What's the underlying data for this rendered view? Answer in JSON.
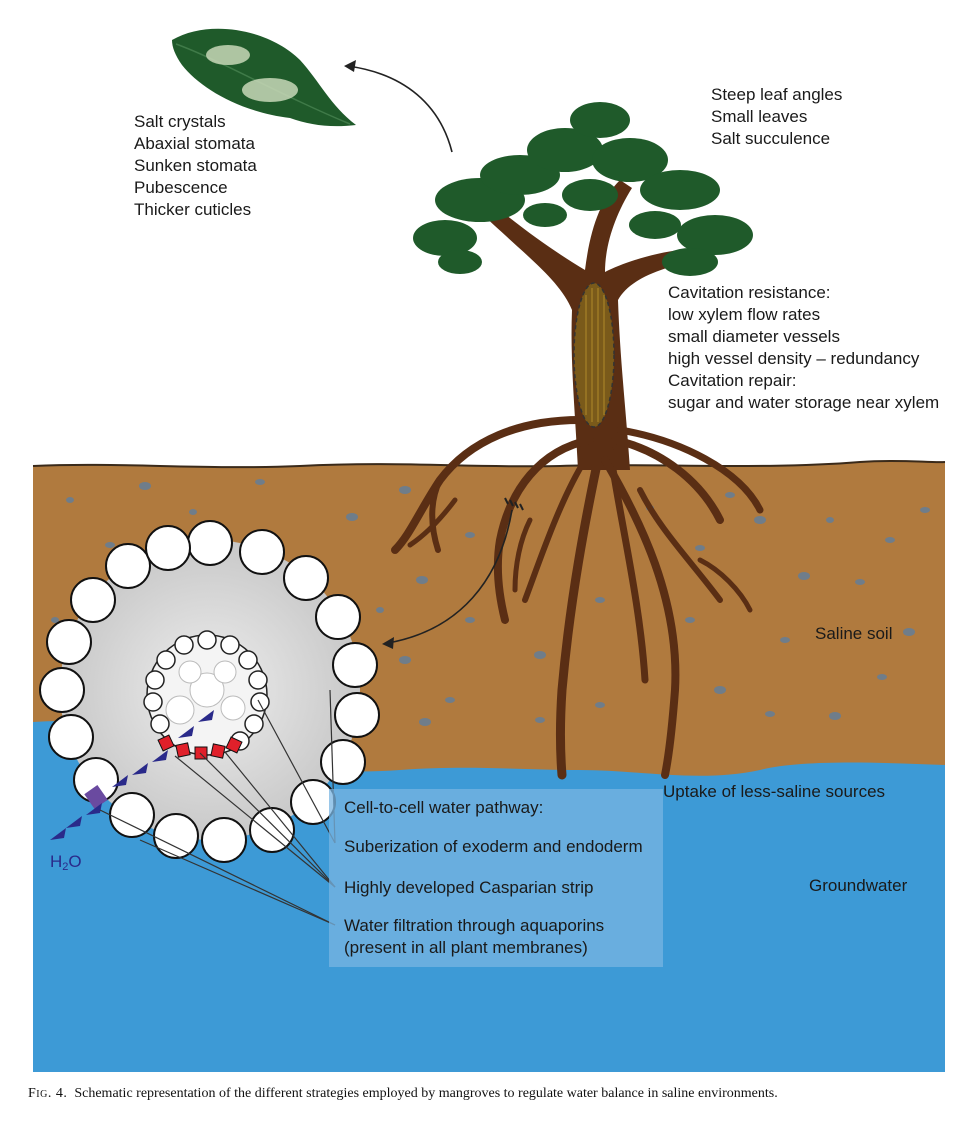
{
  "leaf_adaptations": [
    "Salt crystals",
    "Abaxial stomata",
    "Sunken stomata",
    "Pubescence",
    "Thicker cuticles"
  ],
  "crown_adaptations": [
    "Steep leaf angles",
    "Small leaves",
    "Salt succulence"
  ],
  "trunk_adaptations": [
    "Cavitation resistance:",
    "low xylem flow rates",
    "small diameter vessels",
    "high vessel density – redundancy",
    "Cavitation repair:",
    "sugar and water storage near xylem"
  ],
  "soil_label": "Saline soil",
  "uptake_label": "Uptake of less-saline sources",
  "groundwater_label": "Groundwater",
  "h2o_label": {
    "main": "H",
    "sub": "2",
    "end": "O"
  },
  "pathway_box": {
    "title": "Cell-to-cell water pathway:",
    "items": [
      "Suberization of exoderm and endoderm",
      "Highly developed Casparian strip",
      "Water filtration through aquaporins",
      "(present in all plant membranes)"
    ]
  },
  "caption": {
    "figure_number": "Fig. 4.",
    "text": "Schematic representation of the different strategies employed by mangroves to regulate water balance in saline environments."
  },
  "colors": {
    "soil": "#b07a3e",
    "groundwater": "#3d9ad6",
    "trunk": "#5a2e14",
    "foliage": "#1f5a2a",
    "casparian_strip": "#e0202a",
    "water_arrows": "#2a2a8a",
    "pathway_box": "#78b4e1"
  }
}
